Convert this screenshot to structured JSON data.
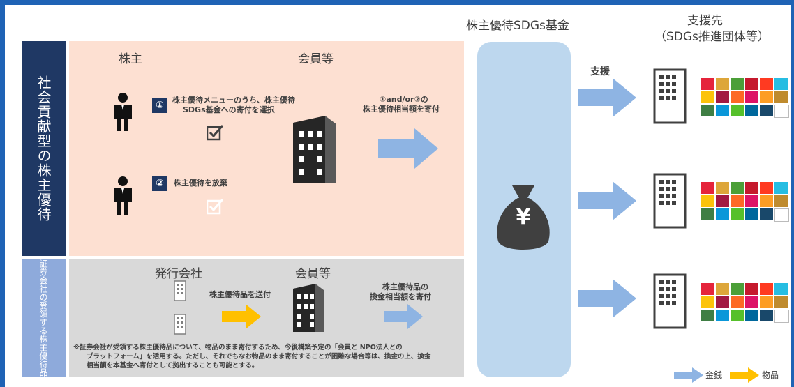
{
  "headers": {
    "fund": "株主優待SDGs基金",
    "recipient_line1": "支援先",
    "recipient_line2": "（SDGs推進団体等）"
  },
  "panel_social": {
    "side_label": "社会貢献型の株主優待",
    "col_shareholder": "株主",
    "col_member": "会員等",
    "step1_badge": "①",
    "step1_line1": "株主優待メニューのうち、株主優待",
    "step1_line2": "SDGs基金への寄付を選択",
    "step2_badge": "②",
    "step2_text": "株主優待を放棄",
    "donate_line1": "①and/or②の",
    "donate_line2": "株主優待相当額を寄付"
  },
  "panel_securities": {
    "side_label": "証券会社の受領する株主優待品",
    "col_issuer": "発行会社",
    "col_member": "会員等",
    "send_label": "株主優待品を送付",
    "cash_line1": "株主優待品の",
    "cash_line2": "換金相当額を寄付",
    "note_line1": "※証券会社が受領する株主優待品について、物品のまま寄付するため、今後構築予定の「会員と NPO法人との",
    "note_line2": "プラットフォーム」を活用する。ただし、それでもなお物品のまま寄付することが困難な場合等は、換金の上、換金",
    "note_line3": "相当額を本基金へ寄付として拠出することも可能とする。"
  },
  "support_label": "支援",
  "fund_symbol": "¥",
  "legend": {
    "money": "金銭",
    "goods": "物品",
    "money_color": "#8eb4e3",
    "goods_color": "#ffc000"
  },
  "sdg_colors": [
    "#e5243b",
    "#dda63a",
    "#4c9f38",
    "#c5192d",
    "#ff3a21",
    "#26bde2",
    "#fcc30b",
    "#a21942",
    "#fd6925",
    "#dd1367",
    "#fd9d24",
    "#bf8b2e",
    "#3f7e44",
    "#0a97d9",
    "#56c02b",
    "#00689d",
    "#19486a",
    "#ffffff"
  ],
  "colors": {
    "frame": "#1f63b5",
    "social_panel_bg": "#fde0d2",
    "social_side_bg": "#1f3864",
    "securities_panel_bg": "#d9d9d9",
    "securities_side_bg": "#8eaadb",
    "fund_column": "#bdd7ee"
  }
}
